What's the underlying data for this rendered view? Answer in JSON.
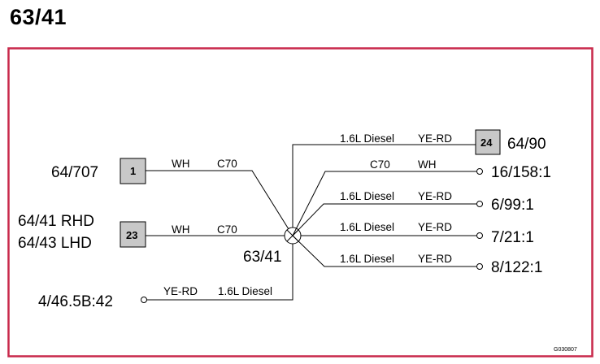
{
  "title": "63/41",
  "splice": {
    "label": "63/41"
  },
  "figure_code": "G030807",
  "left_connectors": [
    {
      "number": "1",
      "labels": [
        "64/707"
      ],
      "color": "WH",
      "circuit": "C70"
    },
    {
      "number": "23",
      "labels": [
        "64/41 RHD",
        "64/43 LHD"
      ],
      "color": "WH",
      "circuit": "C70"
    }
  ],
  "bottom_terminal": {
    "label": "4/46.5B:42",
    "color": "YE-RD",
    "variant": "1.6L Diesel"
  },
  "top_connector": {
    "number": "24",
    "label": "64/90",
    "variant": "1.6L Diesel",
    "color": "YE-RD"
  },
  "right_terminals": [
    {
      "label": "16/158:1",
      "circuit": "C70",
      "color": "WH"
    },
    {
      "label": "6/99:1",
      "variant": "1.6L Diesel",
      "color": "YE-RD"
    },
    {
      "label": "7/21:1",
      "variant": "1.6L Diesel",
      "color": "YE-RD"
    },
    {
      "label": "8/122:1",
      "variant": "1.6L Diesel",
      "color": "YE-RD"
    }
  ],
  "colors": {
    "frame": "#c8294b",
    "box_fill": "#c8c8c8"
  }
}
